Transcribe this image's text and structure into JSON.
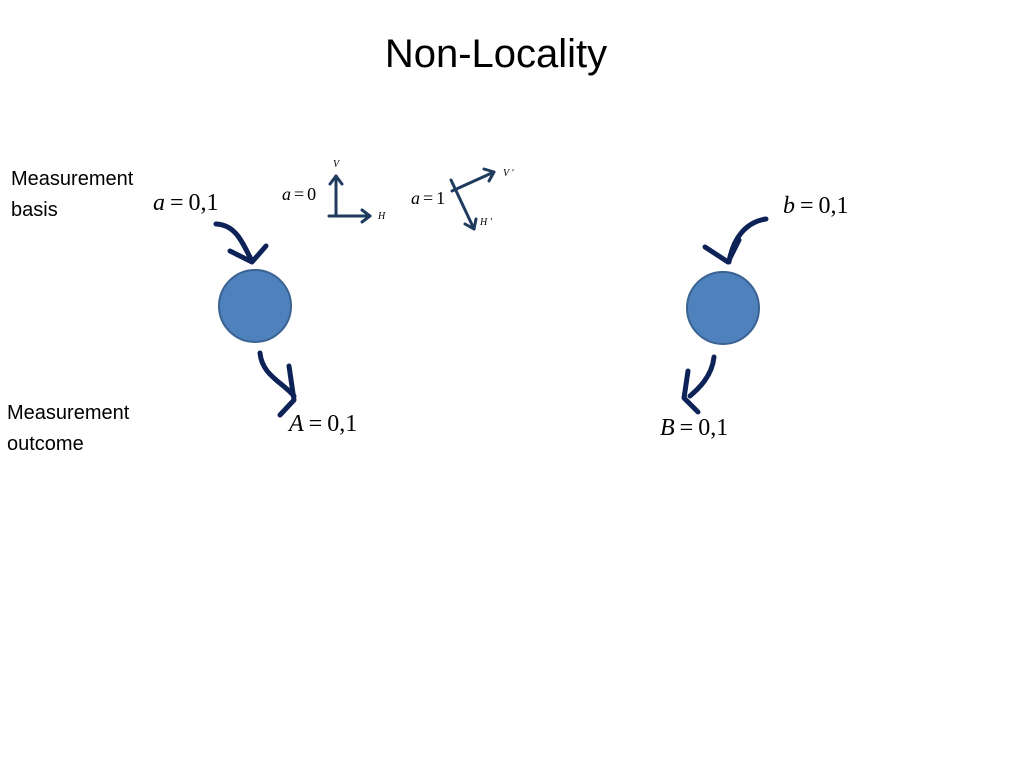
{
  "title": "Non-Locality",
  "labels": {
    "basis_line1": "Measurement",
    "basis_line2": "basis",
    "outcome_line1": "Measurement",
    "outcome_line2": "outcome"
  },
  "alice": {
    "basis_var": "a",
    "basis_eq": "=",
    "basis_values": "0,1",
    "outcome_var": "A",
    "outcome_eq": "=",
    "outcome_values": "0,1"
  },
  "bob": {
    "basis_var": "b",
    "basis_eq": "=",
    "basis_values": "0,1",
    "outcome_var": "B",
    "outcome_eq": "=",
    "outcome_values": "0,1"
  },
  "basis_diagram_0": {
    "var": "a",
    "eq": "=",
    "value": "0",
    "axis_vertical": "V",
    "axis_horizontal": "H"
  },
  "basis_diagram_1": {
    "var": "a",
    "eq": "=",
    "value": "1",
    "axis_vertical": "V '",
    "axis_horizontal": "H '"
  },
  "colors": {
    "particle_fill": "#4f81bd",
    "particle_stroke": "#3a6392",
    "arrow": "#0d2257",
    "basis_arrow": "#1f3c5e"
  }
}
